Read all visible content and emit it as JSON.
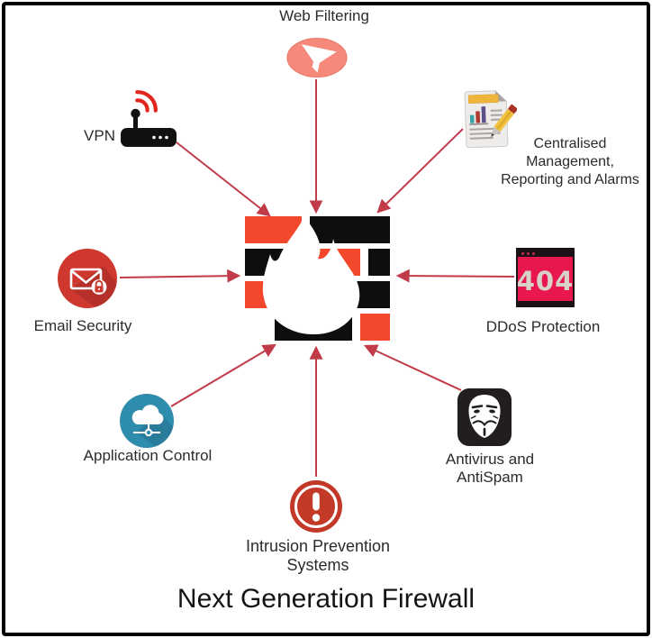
{
  "title": "Next Generation Firewall",
  "center": {
    "name": "Next Generation Firewall",
    "icon": "firewall-brick-flame-icon"
  },
  "nodes": {
    "web_filtering": {
      "label": "Web Filtering",
      "icon": "funnel-icon"
    },
    "vpn": {
      "label": "VPN",
      "icon": "wireless-router-icon"
    },
    "central_mgmt": {
      "label_lines": [
        "Centralised",
        "Management,",
        "Reporting and Alarms"
      ],
      "icon": "report-document-pencil-icon"
    },
    "email_security": {
      "label": "Email Security",
      "icon": "email-lock-icon"
    },
    "ddos": {
      "label": "DDoS Protection",
      "icon": "error-404-window-icon",
      "icon_text": "404"
    },
    "app_control": {
      "label": "Application Control",
      "icon": "cloud-network-icon"
    },
    "antivirus": {
      "label_lines": [
        "Antivirus and",
        "AntiSpam"
      ],
      "icon": "anonymous-mask-icon"
    },
    "ips": {
      "label_lines": [
        "Intrusion Prevention",
        "Systems"
      ],
      "icon": "alert-exclamation-icon"
    }
  },
  "colors": {
    "brick_red": "#F3482C",
    "brick_black": "#0E0E0E",
    "arrow": "#C13B49",
    "funnel_salmon": "#F6897C",
    "email_red": "#CF382F",
    "ddos_pink": "#E8184F",
    "app_teal": "#2E8CAC",
    "ips_red": "#C23A27",
    "anonymous_black": "#221E1F",
    "wifi_red": "#E3261D"
  }
}
